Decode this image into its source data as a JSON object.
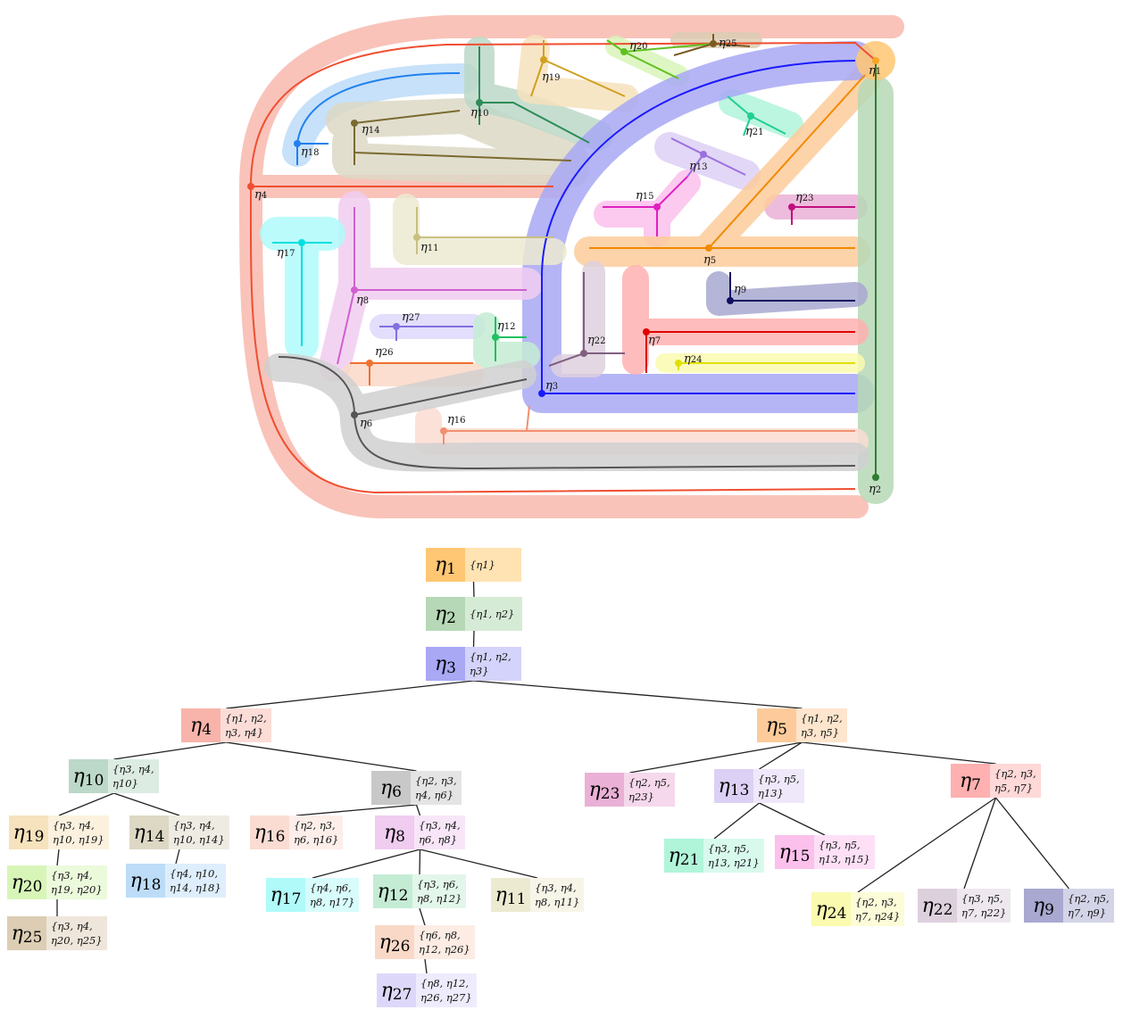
{
  "vertices": [
    {
      "id": "η1",
      "sub": "1",
      "color": "#f5a623"
    },
    {
      "id": "η2",
      "sub": "2",
      "color": "#2e7d32"
    },
    {
      "id": "η3",
      "sub": "3",
      "color": "#1a1aff"
    },
    {
      "id": "η4",
      "sub": "4",
      "color": "#f04e30"
    },
    {
      "id": "η5",
      "sub": "5",
      "color": "#f08a00"
    },
    {
      "id": "η6",
      "sub": "6",
      "color": "#555555"
    },
    {
      "id": "η7",
      "sub": "7",
      "color": "#e00000"
    },
    {
      "id": "η8",
      "sub": "8",
      "color": "#d060d0"
    },
    {
      "id": "η9",
      "sub": "9",
      "color": "#101060"
    },
    {
      "id": "η10",
      "sub": "10",
      "color": "#2e8b57"
    },
    {
      "id": "η11",
      "sub": "11",
      "color": "#c8c080"
    },
    {
      "id": "η12",
      "sub": "12",
      "color": "#20c060"
    },
    {
      "id": "η13",
      "sub": "13",
      "color": "#9a70e0"
    },
    {
      "id": "η14",
      "sub": "14",
      "color": "#7a6a30"
    },
    {
      "id": "η15",
      "sub": "15",
      "color": "#e020c0"
    },
    {
      "id": "η16",
      "sub": "16",
      "color": "#f09070"
    },
    {
      "id": "η17",
      "sub": "17",
      "color": "#00e0e0"
    },
    {
      "id": "η18",
      "sub": "18",
      "color": "#2080f0"
    },
    {
      "id": "η19",
      "sub": "19",
      "color": "#d0a020"
    },
    {
      "id": "η20",
      "sub": "20",
      "color": "#60c020"
    },
    {
      "id": "η21",
      "sub": "21",
      "color": "#20d090"
    },
    {
      "id": "η22",
      "sub": "22",
      "color": "#806080"
    },
    {
      "id": "η23",
      "sub": "23",
      "color": "#c01080"
    },
    {
      "id": "η24",
      "sub": "24",
      "color": "#e0e000"
    },
    {
      "id": "η25",
      "sub": "25",
      "color": "#7a5a20"
    },
    {
      "id": "η26",
      "sub": "26",
      "color": "#f07030"
    },
    {
      "id": "η27",
      "sub": "27",
      "color": "#8070e0"
    }
  ],
  "tree": [
    {
      "id": "η1",
      "sub": "1",
      "set": "{η1}",
      "color": "#ffc773",
      "setcolor": "#ffe3b3",
      "parent": null
    },
    {
      "id": "η2",
      "sub": "2",
      "set": "{η1, η2}",
      "color": "#b6d8b6",
      "setcolor": "#d6ebd6",
      "parent": "η1"
    },
    {
      "id": "η3",
      "sub": "3",
      "set": "{η1, η2,\nη3}",
      "color": "#a8a8f5",
      "setcolor": "#d3d3fb",
      "parent": "η2"
    },
    {
      "id": "η4",
      "sub": "4",
      "set": "{η1, η2,\nη3, η4}",
      "color": "#f8b4aa",
      "setcolor": "#fcdcd6",
      "parent": "η3"
    },
    {
      "id": "η5",
      "sub": "5",
      "set": "{η1, η2,\nη3, η5}",
      "color": "#fdcb9b",
      "setcolor": "#fee5cd",
      "parent": "η3"
    },
    {
      "id": "η10",
      "sub": "10",
      "set": "{η3, η4,\nη10}",
      "color": "#bcd8c8",
      "setcolor": "#dcece3",
      "parent": "η4"
    },
    {
      "id": "η6",
      "sub": "6",
      "set": "{η2, η3,\nη4, η6}",
      "color": "#c8c8c8",
      "setcolor": "#e4e4e4",
      "parent": "η4"
    },
    {
      "id": "η23",
      "sub": "23",
      "set": "{η2, η5,\nη23}",
      "color": "#eab0d6",
      "setcolor": "#f5d8eb",
      "parent": "η5"
    },
    {
      "id": "η13",
      "sub": "13",
      "set": "{η3, η5,\nη13}",
      "color": "#ddd0f5",
      "setcolor": "#eee8fa",
      "parent": "η5"
    },
    {
      "id": "η7",
      "sub": "7",
      "set": "{η2, η3,\nη5, η7}",
      "color": "#ffb0b0",
      "setcolor": "#ffd8d8",
      "parent": "η5"
    },
    {
      "id": "η19",
      "sub": "19",
      "set": "{η3, η4,\nη10, η19}",
      "color": "#f6e2bc",
      "setcolor": "#fbf1de",
      "parent": "η10"
    },
    {
      "id": "η14",
      "sub": "14",
      "set": "{η3, η4,\nη10, η14}",
      "color": "#ddd8c4",
      "setcolor": "#eeebe2",
      "parent": "η10"
    },
    {
      "id": "η16",
      "sub": "16",
      "set": "{η2, η3,\nη6, η16}",
      "color": "#fbdcd2",
      "setcolor": "#fdeee9",
      "parent": "η6"
    },
    {
      "id": "η8",
      "sub": "8",
      "set": "{η3, η4,\nη6, η8}",
      "color": "#f0ccf0",
      "setcolor": "#f8e6f8",
      "parent": "η6"
    },
    {
      "id": "η21",
      "sub": "21",
      "set": "{η3, η5,\nη13, η21}",
      "color": "#b0f5da",
      "setcolor": "#d8faed",
      "parent": "η13"
    },
    {
      "id": "η15",
      "sub": "15",
      "set": "{η3, η5,\nη13, η15}",
      "color": "#fcc0ec",
      "setcolor": "#fde0f6",
      "parent": "η13"
    },
    {
      "id": "η24",
      "sub": "24",
      "set": "{η2, η3,\nη7, η24}",
      "color": "#fafab0",
      "setcolor": "#fcfcd8",
      "parent": "η7"
    },
    {
      "id": "η22",
      "sub": "22",
      "set": "{η3, η5,\nη7, η22}",
      "color": "#ddd0dd",
      "setcolor": "#eee8ee",
      "parent": "η7"
    },
    {
      "id": "η9",
      "sub": "9",
      "set": "{η2, η5,\nη7, η9}",
      "color": "#a8a8d0",
      "setcolor": "#d4d4e8",
      "parent": "η7"
    },
    {
      "id": "η20",
      "sub": "20",
      "set": "{η3, η4,\nη19, η20}",
      "color": "#d8f5b8",
      "setcolor": "#ecfadc",
      "parent": "η19"
    },
    {
      "id": "η18",
      "sub": "18",
      "set": "{η4, η10,\nη14, η18}",
      "color": "#bcdcf8",
      "setcolor": "#deeefc",
      "parent": "η14"
    },
    {
      "id": "η17",
      "sub": "17",
      "set": "{η4, η6,\nη8, η17}",
      "color": "#b0fafa",
      "setcolor": "#d8fcfc",
      "parent": "η8"
    },
    {
      "id": "η12",
      "sub": "12",
      "set": "{η3, η6,\nη8, η12}",
      "color": "#c4ecd4",
      "setcolor": "#e2f6ea",
      "parent": "η8"
    },
    {
      "id": "η11",
      "sub": "11",
      "set": "{η3, η4,\nη8, η11}",
      "color": "#ecead0",
      "setcolor": "#f6f5e8",
      "parent": "η8"
    },
    {
      "id": "η25",
      "sub": "25",
      "set": "{η3, η4,\nη20, η25}",
      "color": "#dccdb4",
      "setcolor": "#eee6da",
      "parent": "η20"
    },
    {
      "id": "η26",
      "sub": "26",
      "set": "{η6, η8,\nη12, η26}",
      "color": "#fad8c8",
      "setcolor": "#fcece4",
      "parent": "η12"
    },
    {
      "id": "η27",
      "sub": "27",
      "set": "{η8, η12,\nη26, η27}",
      "color": "#ddd8fa",
      "setcolor": "#eeecfc",
      "parent": "η26"
    }
  ]
}
